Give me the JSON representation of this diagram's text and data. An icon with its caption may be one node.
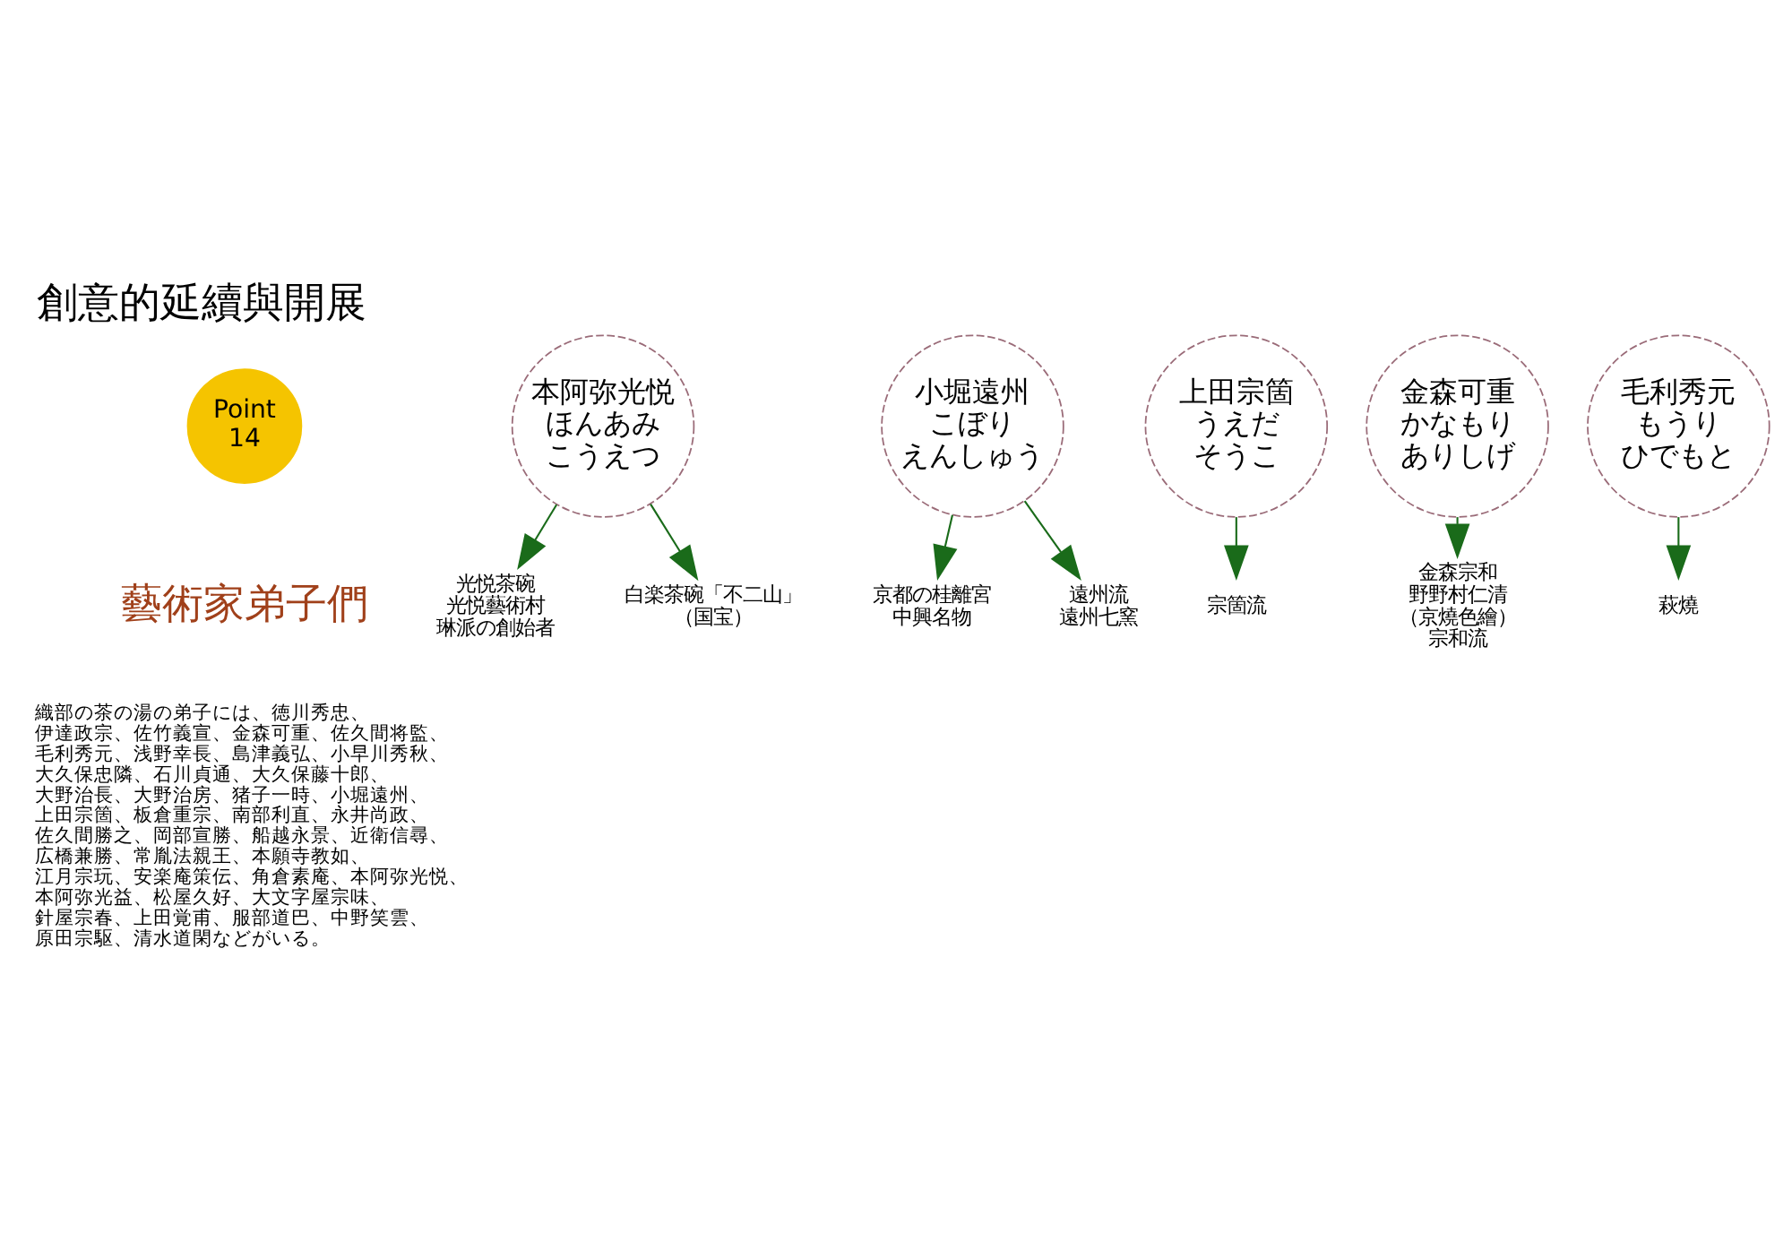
{
  "diagram": {
    "title": "創意的延續與開展",
    "nodes": [
      {
        "text": [
          "Point",
          "14"
        ]
      },
      {
        "text": [
          "本阿弥光悦",
          "ほんあみ",
          "こうえつ"
        ]
      },
      {
        "text": [
          "光悦茶碗",
          "光悦藝術村",
          "琳派の創始者"
        ]
      },
      {
        "text": [
          "白楽茶碗「不二山」",
          "（国宝）"
        ]
      },
      {
        "text": [
          "小堀遠州",
          "こぼり",
          "えんしゅう"
        ]
      },
      {
        "text": [
          "京都の桂離宮",
          "中興名物"
        ]
      },
      {
        "text": [
          "遠州流",
          "遠州七窯"
        ]
      },
      {
        "text": [
          "上田宗箇",
          "うえだ",
          "そうこ"
        ]
      },
      {
        "text": [
          "宗箇流"
        ]
      },
      {
        "text": [
          "金森可重",
          "かなもり",
          "ありしげ"
        ]
      },
      {
        "text": [
          "金森宗和",
          "野野村仁清",
          "（京燒色繪）",
          "宗和流"
        ]
      },
      {
        "text": [
          "毛利秀元",
          "もうり",
          "ひでもと"
        ]
      },
      {
        "text": [
          "萩燒"
        ]
      }
    ],
    "edges": [
      {
        "from": 1,
        "to": 2,
        "arrow": "to"
      },
      {
        "from": 1,
        "to": 3,
        "arrow": "to"
      },
      {
        "from": 4,
        "to": 5,
        "arrow": "to"
      },
      {
        "from": 4,
        "to": 6,
        "arrow": "to"
      },
      {
        "from": 7,
        "to": 8,
        "arrow": "to"
      },
      {
        "from": 9,
        "to": 10,
        "arrow": "to"
      },
      {
        "from": 11,
        "to": 12,
        "arrow": "to"
      }
    ],
    "labels": [
      "藝術家弟子們",
      "織部の茶の湯の弟子には、徳川秀忠、伊達政宗、佐竹義宣、金森可重、佐久間将監、毛利秀元、浅野幸長、島津義弘、小早川秀秋、大久保忠隣、石川貞通、大久保藤十郎、大野治長、大野治房、猪子一時、小堀遠州、上田宗箇、板倉重宗、南部利直、永井尚政、佐久間勝之、岡部宣勝、船越永景、近衛信尋、広橋兼勝、常胤法親王、本願寺教如、江月宗玩、安楽庵策伝、角倉素庵、本阿弥光悦、本阿弥光益、松屋久好、大文字屋宗味、針屋宗春、上田覚甫、服部道巴、中野笑雲、原田宗駆、清水道閑などがいる。"
    ]
  }
}
